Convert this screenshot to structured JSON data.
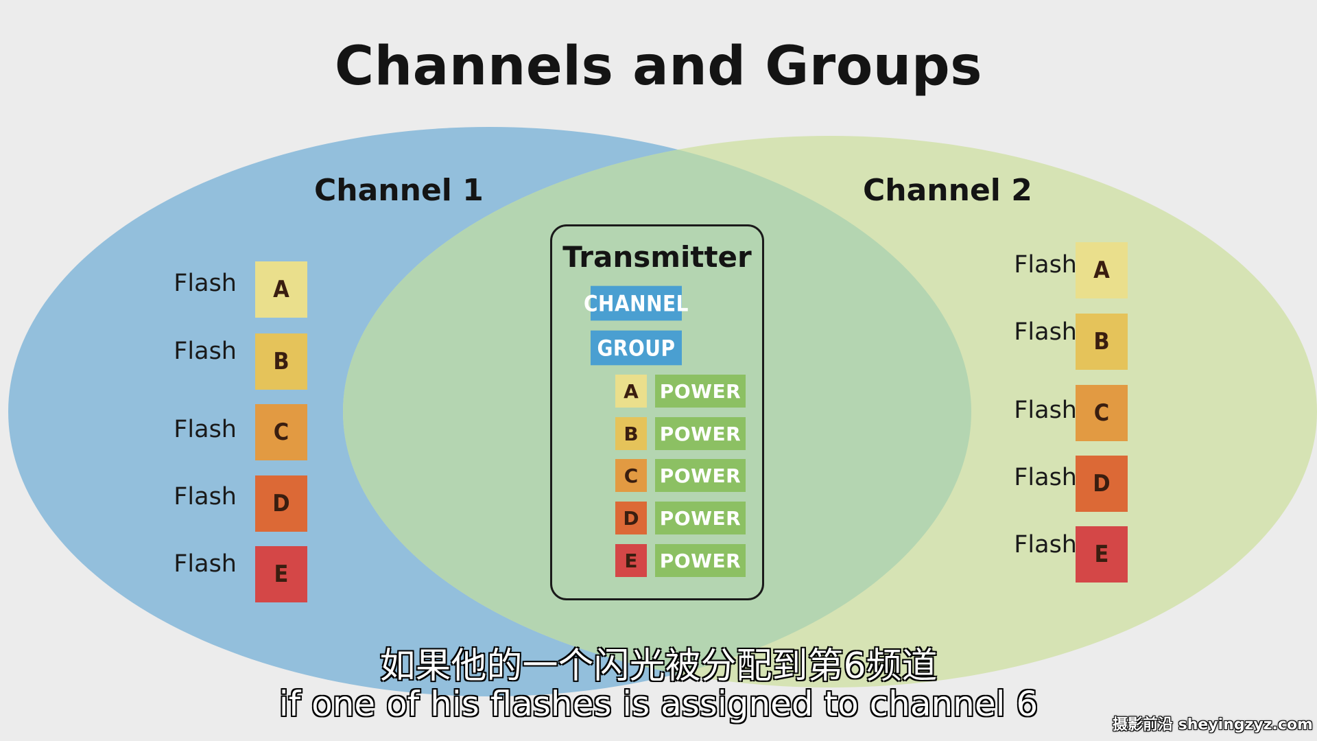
{
  "title": "Channels and Groups",
  "colors": {
    "channel1": "#93bfdc",
    "channel2": "#d6e3b4",
    "overlap": "#b4d5b1",
    "group_a": "#eadf8c",
    "group_b": "#e5c35a",
    "group_c": "#e29a42",
    "group_d": "#dc6936",
    "group_e": "#d44747",
    "transmitter_button": "#4a9fd1",
    "power_button": "#8cc063"
  },
  "channel1": {
    "title": "Channel 1",
    "flashes": [
      {
        "label": "Flash",
        "group": "A",
        "color": "#eadf8c"
      },
      {
        "label": "Flash",
        "group": "B",
        "color": "#e5c35a"
      },
      {
        "label": "Flash",
        "group": "C",
        "color": "#e29a42"
      },
      {
        "label": "Flash",
        "group": "D",
        "color": "#dc6936"
      },
      {
        "label": "Flash",
        "group": "E",
        "color": "#d44747"
      }
    ]
  },
  "channel2": {
    "title": "Channel 2",
    "flashes": [
      {
        "label": "Flash",
        "group": "A",
        "color": "#eadf8c"
      },
      {
        "label": "Flash",
        "group": "B",
        "color": "#e5c35a"
      },
      {
        "label": "Flash",
        "group": "C",
        "color": "#e29a42"
      },
      {
        "label": "Flash",
        "group": "D",
        "color": "#dc6936"
      },
      {
        "label": "Flash",
        "group": "E",
        "color": "#d44747"
      }
    ]
  },
  "transmitter": {
    "title": "Transmitter",
    "channel_label": "CHANNEL",
    "group_label": "GROUP",
    "rows": [
      {
        "group": "A",
        "power": "POWER",
        "color": "#eadf8c"
      },
      {
        "group": "B",
        "power": "POWER",
        "color": "#e5c35a"
      },
      {
        "group": "C",
        "power": "POWER",
        "color": "#e29a42"
      },
      {
        "group": "D",
        "power": "POWER",
        "color": "#dc6936"
      },
      {
        "group": "E",
        "power": "POWER",
        "color": "#d44747"
      }
    ]
  },
  "subtitles": {
    "zh": "如果他的一个闪光被分配到第6频道",
    "en": "if one of his flashes is assigned to channel 6"
  },
  "watermark": "摄影前沿 sheyingzyz.com"
}
